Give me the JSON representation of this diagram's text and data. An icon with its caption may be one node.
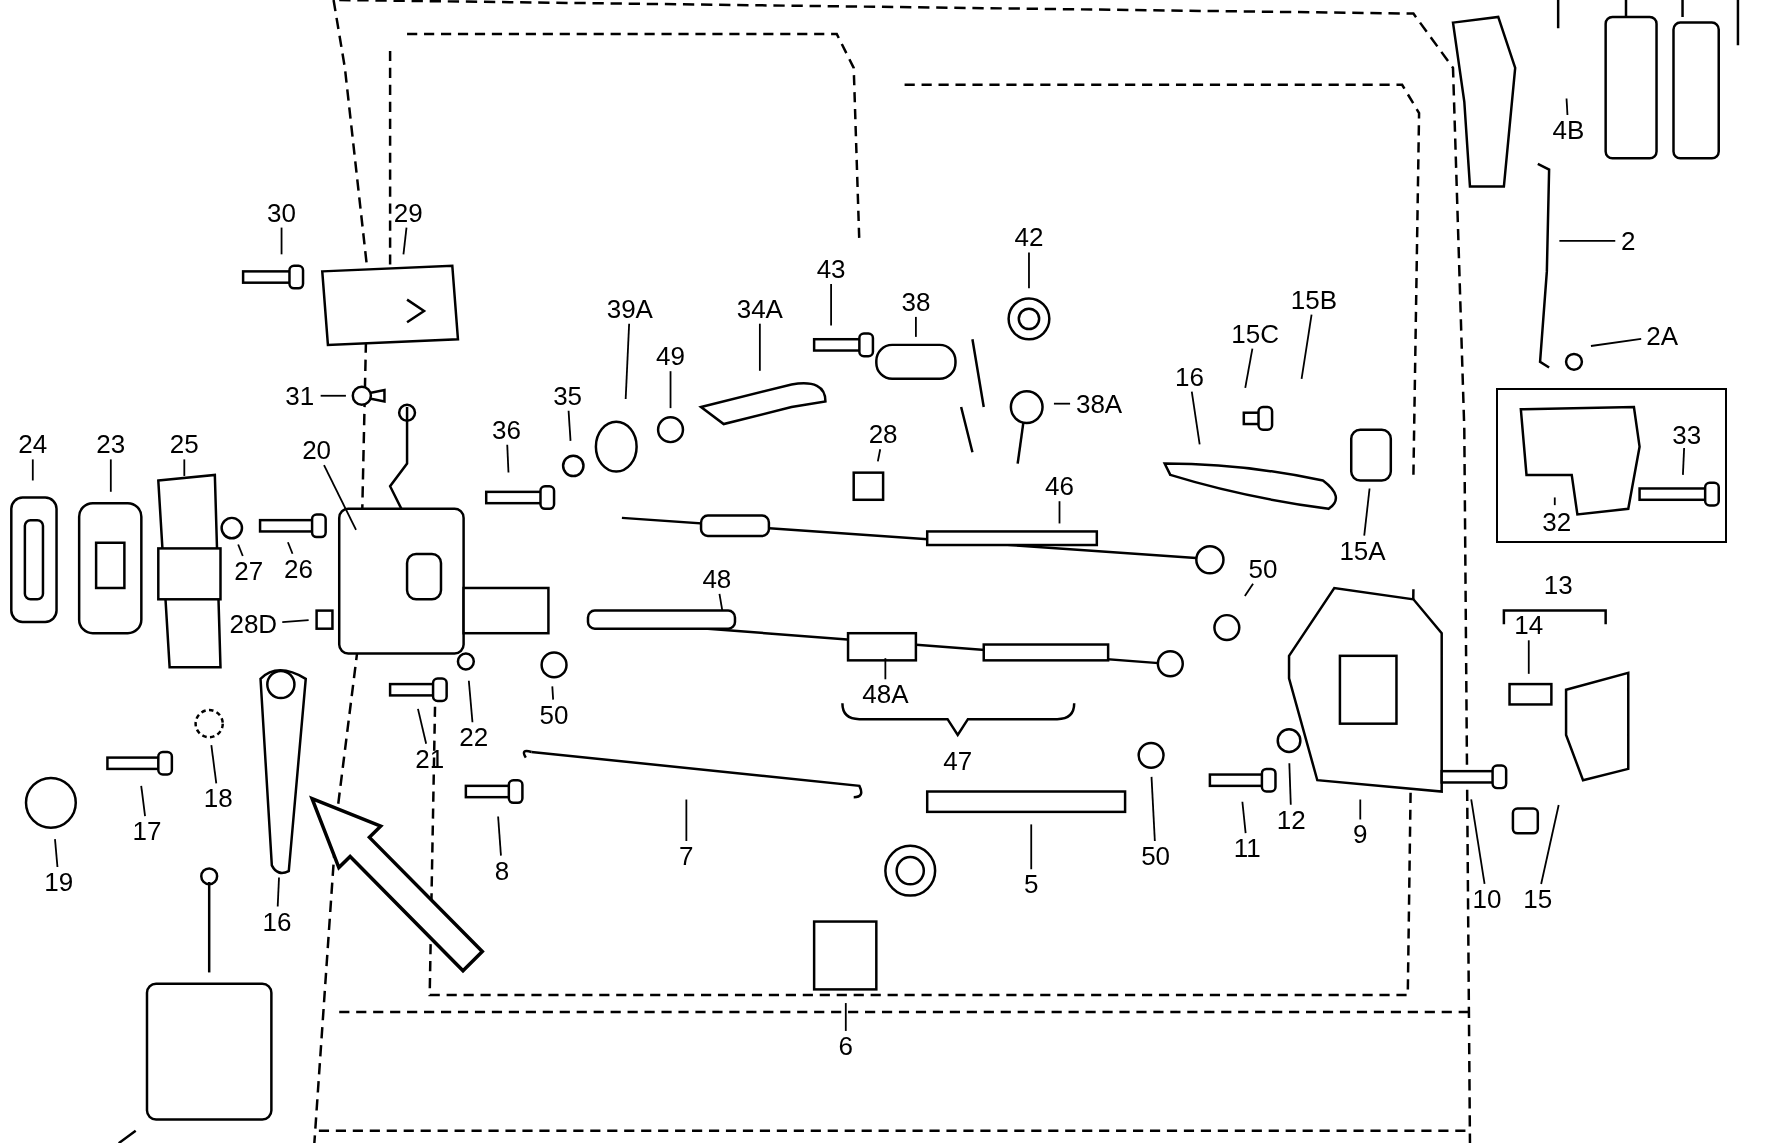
{
  "diagram": {
    "nodes": [
      {
        "text": [
          "30"
        ]
      },
      {
        "text": [
          "29"
        ]
      },
      {
        "text": [
          "31"
        ]
      },
      {
        "text": [
          "24"
        ]
      },
      {
        "text": [
          "23"
        ]
      },
      {
        "text": [
          "25"
        ]
      },
      {
        "text": [
          "20"
        ]
      },
      {
        "text": [
          "36"
        ]
      },
      {
        "text": [
          "35"
        ]
      },
      {
        "text": [
          "39A"
        ]
      },
      {
        "text": [
          "49"
        ]
      },
      {
        "text": [
          "34A"
        ]
      },
      {
        "text": [
          "43"
        ]
      },
      {
        "text": [
          "38"
        ]
      },
      {
        "text": [
          "42"
        ]
      },
      {
        "text": [
          "28"
        ]
      },
      {
        "text": [
          "38A"
        ]
      },
      {
        "text": [
          "46"
        ]
      },
      {
        "text": [
          "16"
        ]
      },
      {
        "text": [
          "15C"
        ]
      },
      {
        "text": [
          "15B"
        ]
      },
      {
        "text": [
          "15A"
        ]
      },
      {
        "text": [
          "2"
        ]
      },
      {
        "text": [
          "2A"
        ]
      },
      {
        "text": [
          "27"
        ]
      },
      {
        "text": [
          "26"
        ]
      },
      {
        "text": [
          "28D"
        ]
      },
      {
        "text": [
          "48"
        ]
      },
      {
        "text": [
          "50"
        ]
      },
      {
        "text": [
          "50"
        ]
      },
      {
        "text": [
          "21"
        ]
      },
      {
        "text": [
          "22"
        ]
      },
      {
        "text": [
          "48A"
        ]
      },
      {
        "text": [
          "47"
        ]
      },
      {
        "text": [
          "13"
        ]
      },
      {
        "text": [
          "14"
        ]
      },
      {
        "text": [],
        "shape": "box"
      },
      {
        "text": [
          "32"
        ],
        "in": 36
      },
      {
        "text": [
          "33"
        ],
        "in": 36
      },
      {
        "text": [
          "18"
        ]
      },
      {
        "text": [
          "17"
        ]
      },
      {
        "text": [
          "19"
        ]
      },
      {
        "text": [
          "16"
        ]
      },
      {
        "text": [
          "8"
        ]
      },
      {
        "text": [
          "7"
        ]
      },
      {
        "text": [
          "5"
        ]
      },
      {
        "text": [
          "50"
        ]
      },
      {
        "text": [
          "11"
        ]
      },
      {
        "text": [
          "12"
        ]
      },
      {
        "text": [
          "9"
        ]
      },
      {
        "text": [
          "10"
        ]
      },
      {
        "text": [
          "15"
        ]
      },
      {
        "text": [
          "6"
        ]
      },
      {
        "text": [
          "4B"
        ]
      },
      {
        "text": [],
        "shape": "picture"
      }
    ],
    "edges": [
      {
        "from": 0,
        "to": null,
        "arrow": "none"
      },
      {
        "from": 1,
        "to": null,
        "arrow": "none"
      },
      {
        "from": 2,
        "to": null,
        "arrow": "none"
      },
      {
        "from": 3,
        "to": null,
        "arrow": "none"
      },
      {
        "from": 4,
        "to": null,
        "arrow": "none"
      },
      {
        "from": 5,
        "to": null,
        "arrow": "none"
      },
      {
        "from": 6,
        "to": null,
        "arrow": "none"
      },
      {
        "from": 7,
        "to": null,
        "arrow": "none"
      },
      {
        "from": 8,
        "to": null,
        "arrow": "none"
      },
      {
        "from": 9,
        "to": null,
        "arrow": "none"
      },
      {
        "from": 10,
        "to": null,
        "arrow": "none"
      },
      {
        "from": 11,
        "to": null,
        "arrow": "none"
      },
      {
        "from": 12,
        "to": null,
        "arrow": "none"
      },
      {
        "from": 13,
        "to": null,
        "arrow": "none"
      },
      {
        "from": 14,
        "to": null,
        "arrow": "none"
      },
      {
        "from": 15,
        "to": null,
        "arrow": "none"
      },
      {
        "from": 16,
        "to": null,
        "arrow": "none"
      },
      {
        "from": 17,
        "to": null,
        "arrow": "none"
      },
      {
        "from": 18,
        "to": null,
        "arrow": "none"
      },
      {
        "from": 19,
        "to": null,
        "arrow": "none"
      },
      {
        "from": 20,
        "to": null,
        "arrow": "none"
      },
      {
        "from": 21,
        "to": null,
        "arrow": "none"
      },
      {
        "from": 22,
        "to": null,
        "arrow": "none"
      },
      {
        "from": 23,
        "to": null,
        "arrow": "none"
      },
      {
        "from": 24,
        "to": null,
        "arrow": "none"
      },
      {
        "from": 25,
        "to": null,
        "arrow": "none"
      },
      {
        "from": 26,
        "to": null,
        "arrow": "none"
      },
      {
        "from": 27,
        "to": null,
        "arrow": "none"
      },
      {
        "from": 28,
        "to": null,
        "arrow": "none"
      },
      {
        "from": 29,
        "to": null,
        "arrow": "none"
      },
      {
        "from": 30,
        "to": null,
        "arrow": "none"
      },
      {
        "from": 31,
        "to": null,
        "arrow": "none"
      },
      {
        "from": 32,
        "to": null,
        "arrow": "none"
      },
      {
        "from": 35,
        "to": null,
        "arrow": "none"
      },
      {
        "from": 37,
        "to": null,
        "arrow": "none"
      },
      {
        "from": 38,
        "to": null,
        "arrow": "none"
      },
      {
        "from": 39,
        "to": null,
        "arrow": "none"
      },
      {
        "from": 40,
        "to": null,
        "arrow": "none"
      },
      {
        "from": 41,
        "to": null,
        "arrow": "none"
      },
      {
        "from": 42,
        "to": 54,
        "arrow": "none"
      },
      {
        "from": 43,
        "to": null,
        "arrow": "none"
      },
      {
        "from": 44,
        "to": null,
        "arrow": "none"
      },
      {
        "from": 45,
        "to": null,
        "arrow": "none"
      },
      {
        "from": 46,
        "to": null,
        "arrow": "none"
      },
      {
        "from": 47,
        "to": null,
        "arrow": "none"
      },
      {
        "from": 48,
        "to": null,
        "arrow": "none"
      },
      {
        "from": 49,
        "to": null,
        "arrow": "none"
      },
      {
        "from": 50,
        "to": null,
        "arrow": "none"
      },
      {
        "from": 51,
        "to": null,
        "arrow": "none"
      },
      {
        "from": 52,
        "to": null,
        "arrow": "none"
      },
      {
        "from": 53,
        "to": null,
        "arrow": "none"
      },
      {
        "from": null,
        "to": 54,
        "arrow": "to"
      }
    ]
  }
}
